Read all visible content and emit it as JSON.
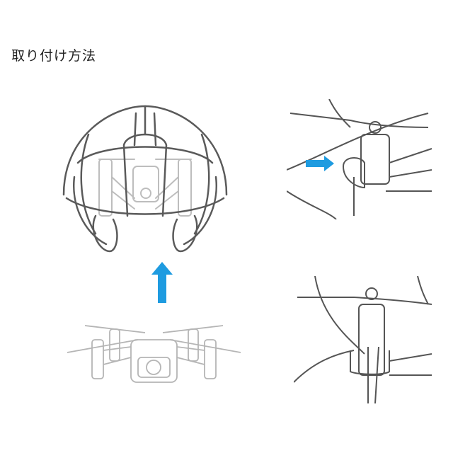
{
  "header": {
    "title": "取り付け方法"
  },
  "colors": {
    "arrow": "#1e9be0",
    "line_dark": "#555555",
    "line_light": "#b5b5b5"
  },
  "steps": [
    {
      "name": "drone-with-cage",
      "description": "Propeller guard cage mounted over drone"
    },
    {
      "name": "attach-arrow",
      "icon": "arrow-up-icon"
    },
    {
      "name": "drone-bare",
      "description": "Drone without cage"
    },
    {
      "name": "detail-clip-insert",
      "icon": "arrow-right-icon",
      "description": "Insert cage clip onto motor arm"
    },
    {
      "name": "detail-clip-locked",
      "description": "Cage clip attached to motor"
    }
  ]
}
